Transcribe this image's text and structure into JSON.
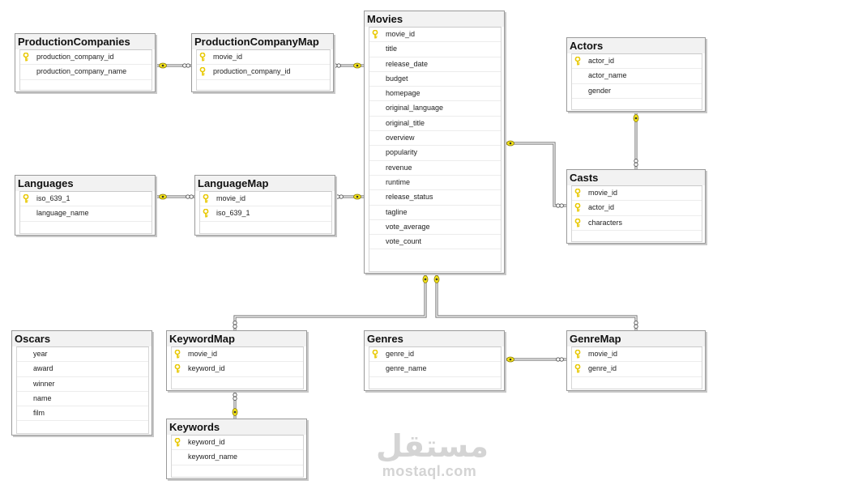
{
  "tables": [
    {
      "id": "ProductionCompanies",
      "title": "ProductionCompanies",
      "fields": [
        {
          "name": "production_company_id",
          "key": true
        },
        {
          "name": "production_company_name",
          "key": false
        }
      ]
    },
    {
      "id": "ProductionCompanyMap",
      "title": "ProductionCompanyMap",
      "fields": [
        {
          "name": "movie_id",
          "key": true
        },
        {
          "name": "production_company_id",
          "key": true
        }
      ]
    },
    {
      "id": "Movies",
      "title": "Movies",
      "fields": [
        {
          "name": "movie_id",
          "key": true
        },
        {
          "name": "title",
          "key": false
        },
        {
          "name": "release_date",
          "key": false
        },
        {
          "name": "budget",
          "key": false
        },
        {
          "name": "homepage",
          "key": false
        },
        {
          "name": "original_language",
          "key": false
        },
        {
          "name": "original_title",
          "key": false
        },
        {
          "name": "overview",
          "key": false
        },
        {
          "name": "popularity",
          "key": false
        },
        {
          "name": "revenue",
          "key": false
        },
        {
          "name": "runtime",
          "key": false
        },
        {
          "name": "release_status",
          "key": false
        },
        {
          "name": "tagline",
          "key": false
        },
        {
          "name": "vote_average",
          "key": false
        },
        {
          "name": "vote_count",
          "key": false
        }
      ]
    },
    {
      "id": "Actors",
      "title": "Actors",
      "fields": [
        {
          "name": "actor_id",
          "key": true
        },
        {
          "name": "actor_name",
          "key": false
        },
        {
          "name": "gender",
          "key": false
        }
      ]
    },
    {
      "id": "Languages",
      "title": "Languages",
      "fields": [
        {
          "name": "iso_639_1",
          "key": true
        },
        {
          "name": "language_name",
          "key": false
        }
      ]
    },
    {
      "id": "LanguageMap",
      "title": "LanguageMap",
      "fields": [
        {
          "name": "movie_id",
          "key": true
        },
        {
          "name": "iso_639_1",
          "key": true
        }
      ]
    },
    {
      "id": "Casts",
      "title": "Casts",
      "fields": [
        {
          "name": "movie_id",
          "key": true
        },
        {
          "name": "actor_id",
          "key": true
        },
        {
          "name": "characters",
          "key": true
        }
      ]
    },
    {
      "id": "Oscars",
      "title": "Oscars",
      "fields": [
        {
          "name": "year",
          "key": false
        },
        {
          "name": "award",
          "key": false
        },
        {
          "name": "winner",
          "key": false
        },
        {
          "name": "name",
          "key": false
        },
        {
          "name": "film",
          "key": false
        }
      ]
    },
    {
      "id": "KeywordMap",
      "title": "KeywordMap",
      "fields": [
        {
          "name": "movie_id",
          "key": true
        },
        {
          "name": "keyword_id",
          "key": true
        }
      ]
    },
    {
      "id": "Genres",
      "title": "Genres",
      "fields": [
        {
          "name": "genre_id",
          "key": true
        },
        {
          "name": "genre_name",
          "key": false
        }
      ]
    },
    {
      "id": "GenreMap",
      "title": "GenreMap",
      "fields": [
        {
          "name": "movie_id",
          "key": true
        },
        {
          "name": "genre_id",
          "key": true
        }
      ]
    },
    {
      "id": "Keywords",
      "title": "Keywords",
      "fields": [
        {
          "name": "keyword_id",
          "key": true
        },
        {
          "name": "keyword_name",
          "key": false
        }
      ]
    }
  ],
  "relationships": [
    {
      "one": "ProductionCompanies",
      "many": "ProductionCompanyMap"
    },
    {
      "one": "Movies",
      "many": "ProductionCompanyMap"
    },
    {
      "one": "Languages",
      "many": "LanguageMap"
    },
    {
      "one": "Movies",
      "many": "LanguageMap"
    },
    {
      "one": "Movies",
      "many": "Casts"
    },
    {
      "one": "Actors",
      "many": "Casts"
    },
    {
      "one": "Movies",
      "many": "KeywordMap"
    },
    {
      "one": "Movies",
      "many": "GenreMap"
    },
    {
      "one": "Genres",
      "many": "GenreMap"
    },
    {
      "one": "Keywords",
      "many": "KeywordMap"
    }
  ],
  "watermark": {
    "arabic": "مستقل",
    "latin": "mostaql.com"
  },
  "colors": {
    "key": "#e8c800",
    "connector_end": "#f2e21a",
    "line": "#777777"
  }
}
